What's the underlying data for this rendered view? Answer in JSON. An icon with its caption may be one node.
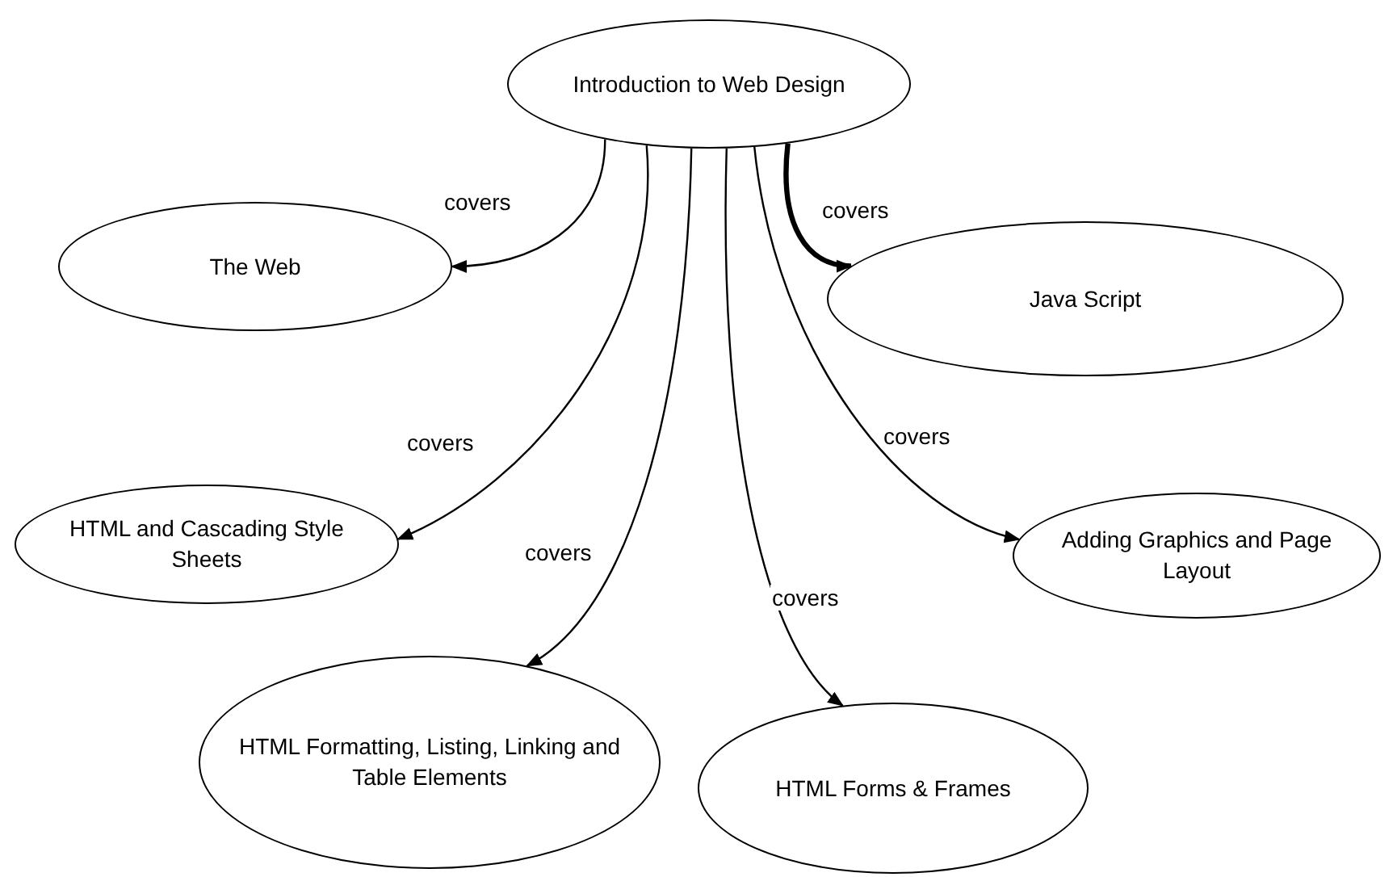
{
  "diagram": {
    "nodes": [
      {
        "text": [
          "Introduction to Web Design"
        ]
      },
      {
        "text": [
          "The Web"
        ]
      },
      {
        "text": [
          "Java Script"
        ]
      },
      {
        "text": [
          "HTML and Cascading Style Sheets"
        ]
      },
      {
        "text": [
          "Adding Graphics and Page Layout"
        ]
      },
      {
        "text": [
          "HTML Formatting, Listing, Linking and Table Elements"
        ]
      },
      {
        "text": [
          "HTML Forms & Frames"
        ]
      }
    ],
    "edges": [
      {
        "from": 0,
        "to": 1,
        "arrow": "to",
        "label": "covers"
      },
      {
        "from": 0,
        "to": 2,
        "arrow": "to",
        "label": "covers",
        "style": "thick"
      },
      {
        "from": 0,
        "to": 3,
        "arrow": "to",
        "label": "covers"
      },
      {
        "from": 0,
        "to": 4,
        "arrow": "to",
        "label": "covers"
      },
      {
        "from": 0,
        "to": 5,
        "arrow": "to",
        "label": "covers"
      },
      {
        "from": 0,
        "to": 6,
        "arrow": "to",
        "label": "covers"
      }
    ]
  }
}
